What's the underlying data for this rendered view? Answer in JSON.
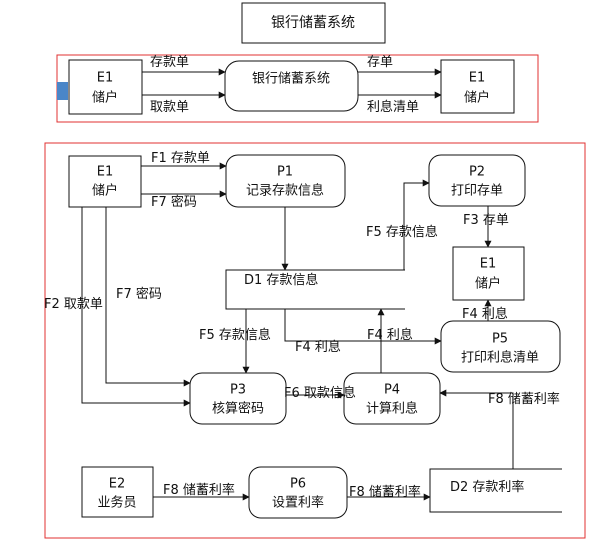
{
  "title": "银行储蓄系统",
  "context": {
    "left_entity": {
      "id": "E1",
      "name": "储户"
    },
    "system": "银行储蓄系统",
    "right_entity": {
      "id": "E1",
      "name": "储户"
    },
    "flow_deposit": "存款单",
    "flow_withdraw": "取款单",
    "flow_receipt": "存单",
    "flow_interest": "利息清单"
  },
  "detail": {
    "e1_main": {
      "id": "E1",
      "name": "储户"
    },
    "e1_right": {
      "id": "E1",
      "name": "储户"
    },
    "e2": {
      "id": "E2",
      "name": "业务员"
    },
    "p1": {
      "id": "P1",
      "name": "记录存款信息"
    },
    "p2": {
      "id": "P2",
      "name": "打印存单"
    },
    "p3": {
      "id": "P3",
      "name": "核算密码"
    },
    "p4": {
      "id": "P4",
      "name": "计算利息"
    },
    "p5": {
      "id": "P5",
      "name": "打印利息清单"
    },
    "p6": {
      "id": "P6",
      "name": "设置利率"
    },
    "d1": "D1 存款信息",
    "d2": "D2 存款利率",
    "flows": {
      "f1": "F1 存款单",
      "f7a": "F7 密码",
      "f7b": "F7 密码",
      "f2": "F2 取款单",
      "f5a": "F5 存款信息",
      "f5b": "F5 存款信息",
      "f3": "F3 存单",
      "f4a": "F4 利息",
      "f4b": "F4 利息",
      "f4c": "F4 利息",
      "f6": "F6 取款信息",
      "f8a": "F8 储蓄利率",
      "f8b": "F8 储蓄利率",
      "f8c": "F8 储蓄利率"
    }
  },
  "colors": {
    "frame": "#e03030",
    "line": "#111111",
    "marker": "#4a86c8"
  }
}
